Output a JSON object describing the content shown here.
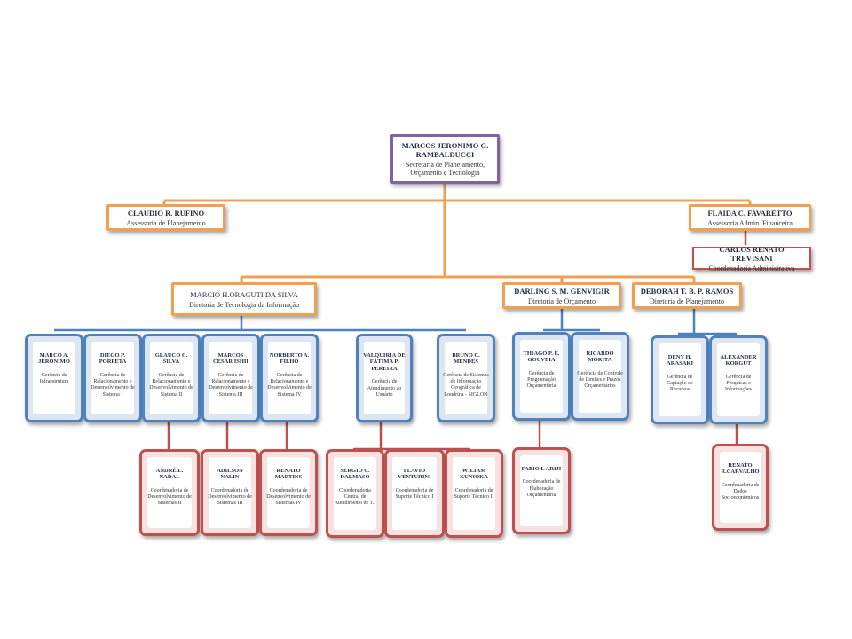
{
  "colors": {
    "connector": "#f0a050",
    "red_connector": "#c0504d",
    "blue_connector": "#4f81bd",
    "top_border": "#8064a2"
  },
  "top": {
    "name": "MARCOS JERONIMO G. RAMBALDUCCI",
    "role": "Secretaria de Planejamento, Orçamento e Tecnologia"
  },
  "claudio": {
    "name": "CLAUDIO R. RUFINO",
    "role": "Assessoria de Planejamento"
  },
  "flaida": {
    "name": "FLAIDA C. FAVARETTO",
    "role": "Assessoria Admin. Financeira"
  },
  "carlos": {
    "name": "CARLOS RENATO TREVISANI",
    "role": "Coordenadoria Administrativa"
  },
  "marcio": {
    "name": "MARCIO H.ORAGUTI DA SILVA",
    "role": "Diretoria de Tecnologia da Informação"
  },
  "darling": {
    "name": "DARLING S. M. GENVIGIR",
    "role": "Diretoria de Orçamento"
  },
  "deborah": {
    "name": "DEBORAH T. B. P. RAMOS",
    "role": "Diretoria de Planejamento"
  },
  "marco": {
    "name": "MARCO A. JERÔNIMO",
    "role": "Gerência de Infraestrutura"
  },
  "diego": {
    "name": "DIEGO P. PORPETA",
    "role": "Gerência de Relacionamento e Desenvolvimento de Sistema I"
  },
  "glauco": {
    "name": "GLAUCO C. SILVA",
    "role": "Gerência de Relacionamento e Desenvolvimento de Sistema II"
  },
  "marcos_ishii": {
    "name": "MARCOS CESAR ISHII",
    "role": "Gerência de Relacionamento e Desenvolvimento de Sistema III"
  },
  "norberto": {
    "name": "NORBERTO A. FILHO",
    "role": "Gerência de Relacionamento e Desenvolvimento de Sistema IV"
  },
  "valquiria": {
    "name": "VALQUIRIA DE FÁTIMA P. PEREIRA",
    "role": "Gerência de Atendimento ao Usuário"
  },
  "bruno": {
    "name": "BRUNO C. MENDES",
    "role": "Gerência de Sistemas de Informação Geográfica de Londrina - SIGLON"
  },
  "thiago": {
    "name": "THIAGO P. E. GOUVEIA",
    "role": "Gerência de Programação Orçamentária"
  },
  "ricardo": {
    "name": "RICARDO MORITA",
    "role": "Gerência de Controle de Limites e Prazos Orçamentários"
  },
  "deny": {
    "name": "DENY H. ARASAKI",
    "role": "Gerência de Captação de Recursos"
  },
  "alexander": {
    "name": "ALEXANDER KORGUT",
    "role": "Gerência de Pesquisas e Informações"
  },
  "andre": {
    "name": "ANDRÉ L. NADAL",
    "role": "Coordenadoria de Desenvolvimento de Sistemas II"
  },
  "adilson": {
    "name": "ADILSON NALIN",
    "role": "Coordenadoria de Desenvolvimento de Sistemas III"
  },
  "renato_m": {
    "name": "RENATO MARTINS",
    "role": "Coordenadoria de Desenvolvimento de Sistemas IV"
  },
  "sergio": {
    "name": "SERGIO C. DALMASO",
    "role": "Coordenadoria Central de Atendimento de T.I"
  },
  "flavio": {
    "name": "FLAVIO VENTURINI",
    "role": "Coordenadoria de Suporte Técnico I"
  },
  "wiliam": {
    "name": "WILIAM KUNIOKA",
    "role": "Coordenadoria de Suporte Técnico II"
  },
  "fabio": {
    "name": "FABIO L ARIJI",
    "role": "Coordenadoria de Elaboração Orçamentária"
  },
  "renato_c": {
    "name": "RENATO R.CARVALHO",
    "role": "Coordenadoria de Dados Socioeconômicos"
  }
}
